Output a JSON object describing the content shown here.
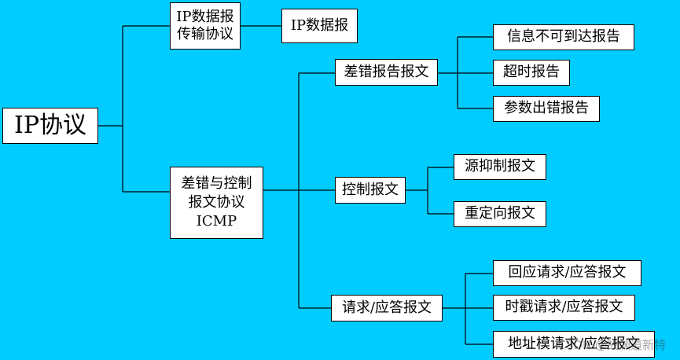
{
  "diagram": {
    "root": {
      "label": "IP协议"
    },
    "ip_datagram_protocol": {
      "label": "IP数据报\n传输协议"
    },
    "ip_datagram": {
      "label": "IP数据报"
    },
    "icmp": {
      "label": "差错与控制\n报文协议\nICMP"
    },
    "error_report": {
      "label": "差错报告报文"
    },
    "unreachable": {
      "label": "信息不可到达报告"
    },
    "timeout": {
      "label": "超时报告"
    },
    "parameter_error": {
      "label": "参数出错报告"
    },
    "control_message": {
      "label": "控制报文"
    },
    "source_quench": {
      "label": "源抑制报文"
    },
    "redirect": {
      "label": "重定向报文"
    },
    "request_reply": {
      "label": "请求/应答报文"
    },
    "echo": {
      "label": "回应请求/应答报文"
    },
    "timestamp": {
      "label": "时戳请求/应答报文"
    },
    "address_mask": {
      "label": "地址模请求/应答报文"
    }
  },
  "watermark": {
    "text": "CSDN @故渊道新特"
  },
  "colors": {
    "background": "#00ccff",
    "box_fill": "#ffffff",
    "line": "#000000"
  }
}
